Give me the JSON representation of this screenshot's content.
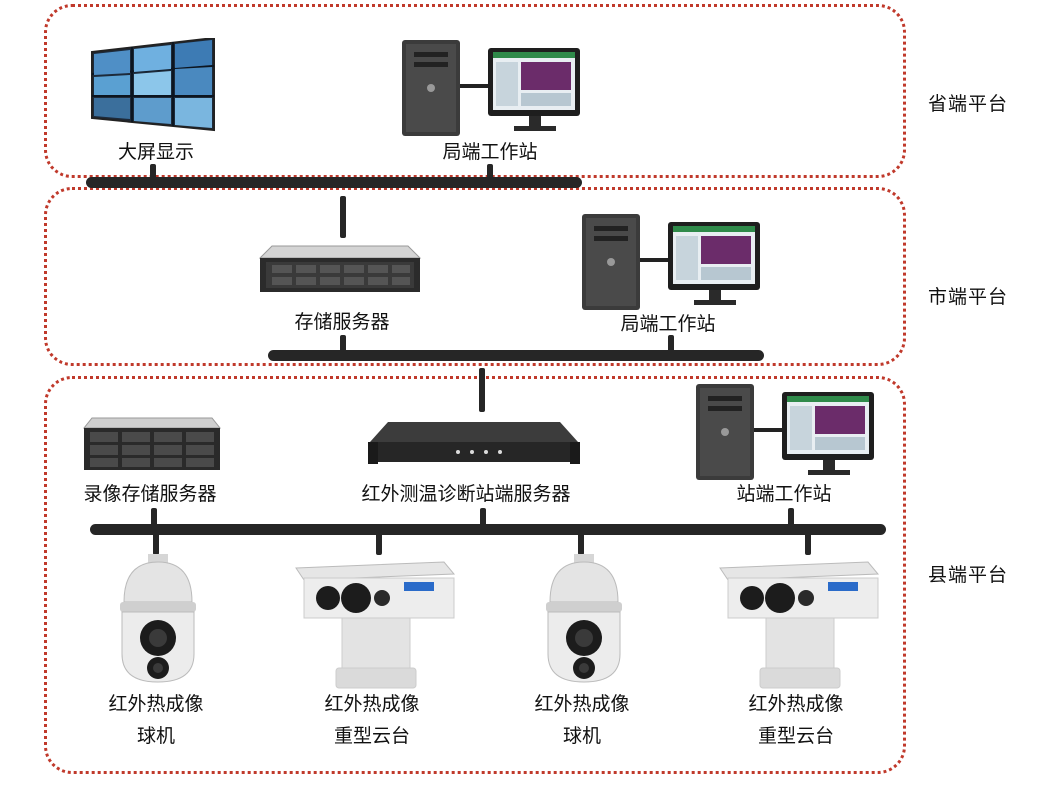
{
  "zones": {
    "province": "省端平台",
    "city": "市端平台",
    "county": "县端平台"
  },
  "devices": {
    "big_screen": "大屏显示",
    "province_workstation": "局端工作站",
    "storage_server": "存储服务器",
    "city_workstation": "局端工作站",
    "video_storage_server": "录像存储服务器",
    "ir_diagnosis_server": "红外测温诊断站端服务器",
    "station_workstation": "站端工作站",
    "cameras": [
      {
        "line1": "红外热成像",
        "line2": "球机"
      },
      {
        "line1": "红外热成像",
        "line2": "重型云台"
      },
      {
        "line1": "红外热成像",
        "line2": "球机"
      },
      {
        "line1": "红外热成像",
        "line2": "重型云台"
      }
    ]
  },
  "colors": {
    "zone_border": "#c0392b",
    "bus": "#262626"
  }
}
